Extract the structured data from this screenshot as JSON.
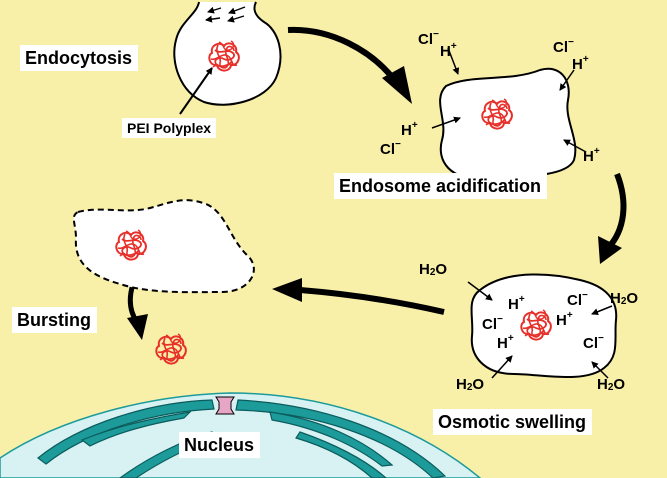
{
  "labels": {
    "endocytosis": "Endocytosis",
    "polyplex": "PEI Polyplex",
    "acidification": "Endosome acidification",
    "swelling": "Osmotic swelling",
    "bursting": "Bursting",
    "nucleus": "Nucleus"
  },
  "ions": {
    "cl": "Cl",
    "h": "H",
    "h2o": "H",
    "water_sub": "2",
    "water_o": "O",
    "minus": "−",
    "plus": "+"
  },
  "colors": {
    "cytoplasm": "#f8efa9",
    "vesicle": "#ffffff",
    "polyplex": "#e8302a",
    "nucleus": "#d8f2f4",
    "nuclear_envelope": "#1d9a9a",
    "pore": "#e8a6c6",
    "outline": "#000000"
  }
}
